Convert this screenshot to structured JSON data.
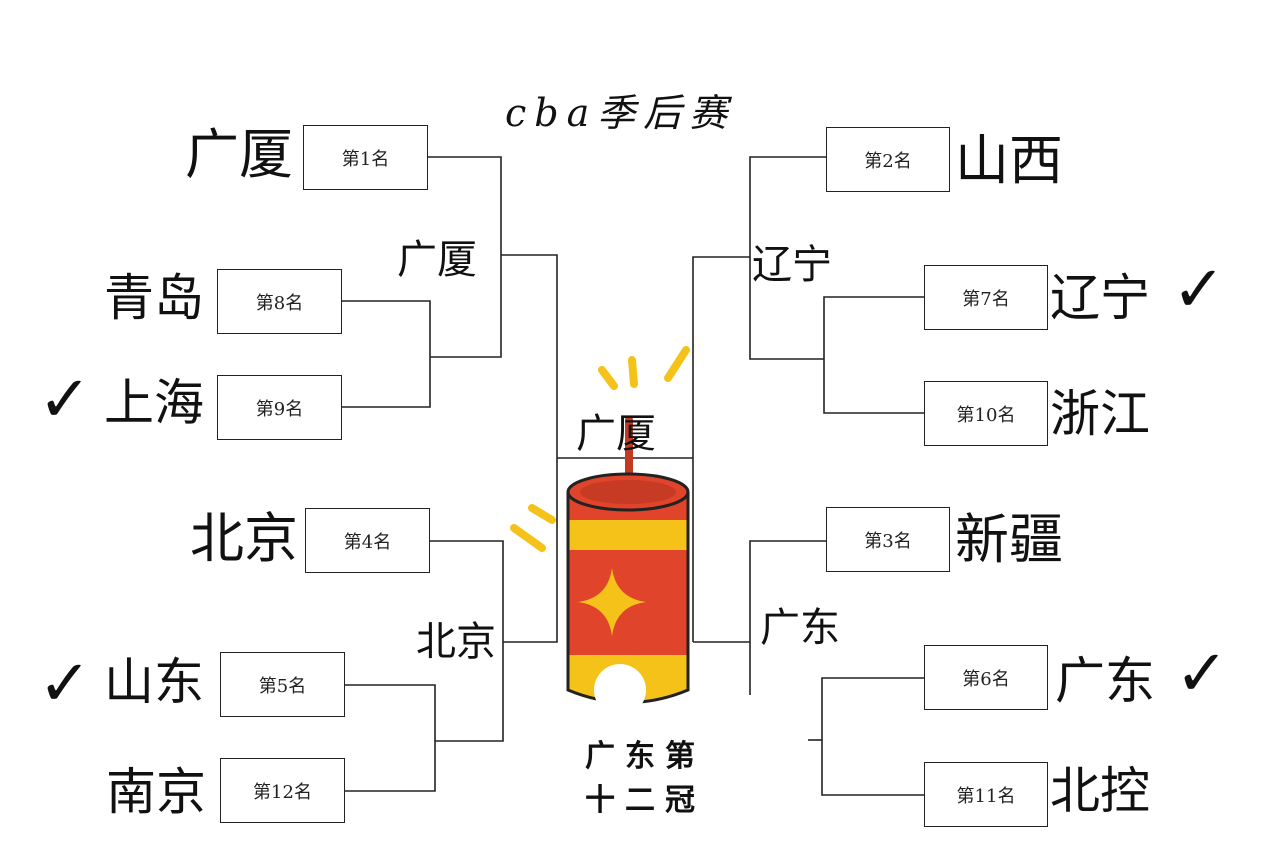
{
  "title": "cba季后赛",
  "seeds": {
    "s1": "第1名",
    "s2": "第2名",
    "s3": "第3名",
    "s4": "第4名",
    "s5": "第5名",
    "s6": "第6名",
    "s7": "第7名",
    "s8": "第8名",
    "s9": "第9名",
    "s10": "第10名",
    "s11": "第11名",
    "s12": "第12名"
  },
  "teams": {
    "left": {
      "t1": "广厦",
      "t8": "青岛",
      "t9": "上海",
      "t4": "北京",
      "t5": "山东",
      "t12": "南京"
    },
    "right": {
      "t2": "山西",
      "t7": "辽宁",
      "t10": "浙江",
      "t3": "新疆",
      "t6": "广东",
      "t11": "北控"
    }
  },
  "winners": {
    "left_top_semi": "广厦",
    "left_bottom_semi": "北京",
    "right_top_semi": "辽宁",
    "right_bottom_semi": "广东",
    "center": "广厦"
  },
  "check_mark": "✓",
  "champion_caption_line1": "广东第",
  "champion_caption_line2": "十二冠",
  "colors": {
    "firecracker_red": "#e0442a",
    "firecracker_gold": "#f5c21a",
    "line": "#222222"
  }
}
